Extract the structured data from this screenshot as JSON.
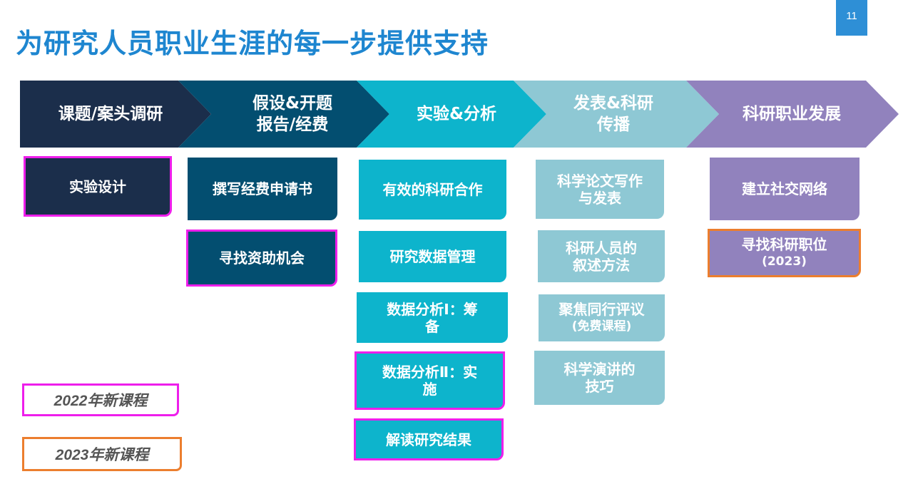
{
  "page_number": "11",
  "title": "为研究人员职业生涯的每一步提供支持",
  "colors": {
    "title": "#1e86d0",
    "stage1": "#1b2e4b",
    "stage2": "#034e70",
    "stage3": "#0db4cc",
    "stage4": "#8ec8d4",
    "stage5": "#9182bd",
    "new_2022": "#ee1eeb",
    "new_2023": "#ec7e2e"
  },
  "stages": [
    {
      "label": "课题/案头调研"
    },
    {
      "label": "假设&开题\n报告/经费"
    },
    {
      "label": "实验&分析"
    },
    {
      "label": "发表&科研\n传播"
    },
    {
      "label": "科研职业发展"
    }
  ],
  "courses": {
    "s1": [
      "实验设计"
    ],
    "s2": [
      "撰写经费申请书",
      "寻找资助机会"
    ],
    "s3": [
      "有效的科研合作",
      "研究数据管理",
      "数据分析Ⅰ：筹\n备",
      "数据分析Ⅱ：实\n施",
      "解读研究结果"
    ],
    "s4": [
      {
        "main": "科学论文写作\n与发表"
      },
      {
        "main": "科研人员的\n叙述方法"
      },
      {
        "main": "聚焦同行评议",
        "sub": "(免费课程)"
      },
      {
        "main": "科学演讲的\n技巧"
      }
    ],
    "s5": [
      {
        "main": "建立社交网络"
      },
      {
        "main": "寻找科研职位",
        "sub": "(2023)"
      }
    ]
  },
  "legend": {
    "new_2022": "2022年新课程",
    "new_2023": "2023年新课程"
  }
}
